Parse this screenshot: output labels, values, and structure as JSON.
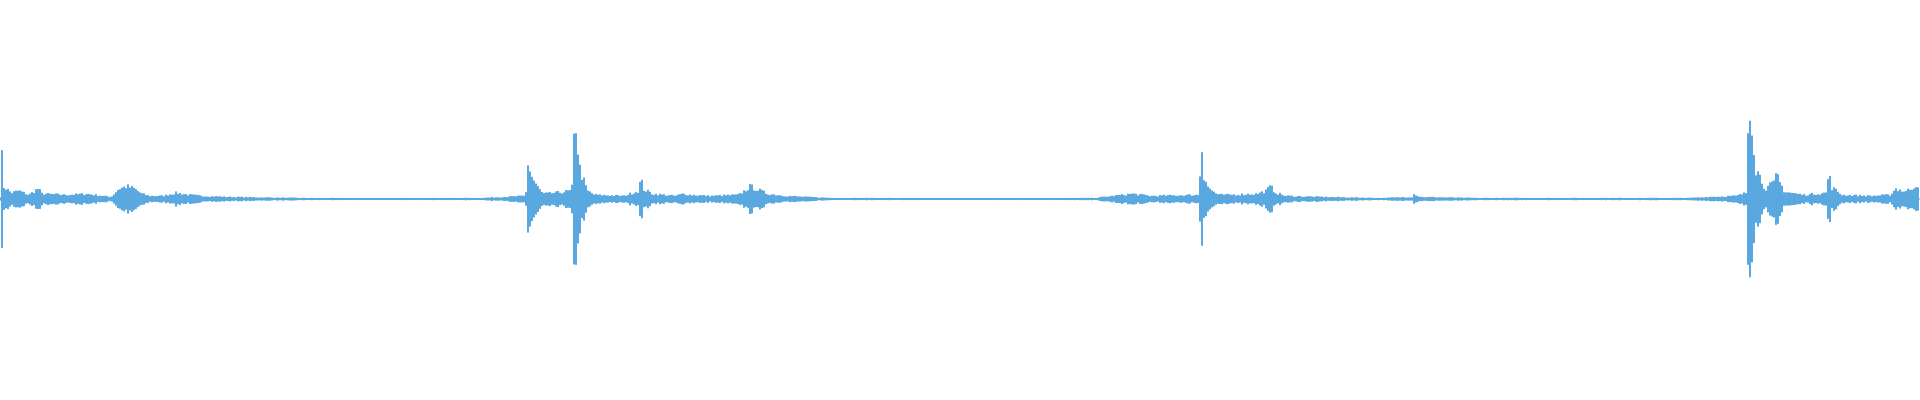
{
  "chart_data": {
    "type": "area",
    "title": "",
    "xlabel": "",
    "ylabel": "",
    "grid": false,
    "legend": "none",
    "ylim": [
      -1,
      1
    ],
    "color": "#5aa8e0",
    "background": "#ffffff",
    "series": [
      {
        "x": [
          0.0,
          0.001,
          0.002,
          0.006,
          0.01,
          0.015,
          0.02,
          0.022,
          0.035,
          0.045,
          0.058,
          0.062,
          0.066,
          0.07,
          0.074,
          0.078,
          0.085,
          0.092,
          0.095,
          0.099,
          0.105,
          0.12,
          0.14,
          0.16,
          0.19,
          0.25,
          0.274,
          0.275,
          0.277,
          0.28,
          0.283,
          0.29,
          0.298,
          0.299,
          0.3,
          0.302,
          0.306,
          0.31,
          0.325,
          0.333,
          0.334,
          0.335,
          0.34,
          0.352,
          0.356,
          0.36,
          0.37,
          0.385,
          0.391,
          0.395,
          0.4,
          0.405,
          0.41,
          0.42,
          0.435,
          0.45,
          0.5,
          0.57,
          0.58,
          0.59,
          0.6,
          0.625,
          0.626,
          0.627,
          0.63,
          0.635,
          0.64,
          0.655,
          0.66,
          0.662,
          0.665,
          0.67,
          0.69,
          0.72,
          0.736,
          0.737,
          0.74,
          0.77,
          0.8,
          0.88,
          0.89,
          0.905,
          0.91,
          0.911,
          0.912,
          0.915,
          0.92,
          0.925,
          0.926,
          0.927,
          0.93,
          0.94,
          0.952,
          0.953,
          0.954,
          0.96,
          0.975,
          0.985,
          0.988,
          0.993,
          1.0
        ],
        "values": [
          0.02,
          0.4,
          0.12,
          0.06,
          0.08,
          0.04,
          0.1,
          0.05,
          0.04,
          0.05,
          0.02,
          0.1,
          0.12,
          0.1,
          0.05,
          0.03,
          0.03,
          0.06,
          0.05,
          0.04,
          0.03,
          0.02,
          0.015,
          0.01,
          0.008,
          0.01,
          0.03,
          0.36,
          0.22,
          0.12,
          0.05,
          0.06,
          0.08,
          0.52,
          0.78,
          0.3,
          0.08,
          0.04,
          0.03,
          0.08,
          0.22,
          0.1,
          0.05,
          0.03,
          0.05,
          0.04,
          0.03,
          0.04,
          0.12,
          0.09,
          0.05,
          0.04,
          0.03,
          0.02,
          0.01,
          0.01,
          0.008,
          0.01,
          0.03,
          0.05,
          0.03,
          0.04,
          0.65,
          0.25,
          0.1,
          0.04,
          0.04,
          0.05,
          0.08,
          0.12,
          0.06,
          0.03,
          0.02,
          0.01,
          0.02,
          0.05,
          0.02,
          0.01,
          0.01,
          0.01,
          0.02,
          0.03,
          0.06,
          0.75,
          1.0,
          0.3,
          0.1,
          0.16,
          0.25,
          0.18,
          0.07,
          0.04,
          0.06,
          0.3,
          0.12,
          0.04,
          0.03,
          0.04,
          0.1,
          0.07,
          0.15
        ]
      }
    ]
  }
}
